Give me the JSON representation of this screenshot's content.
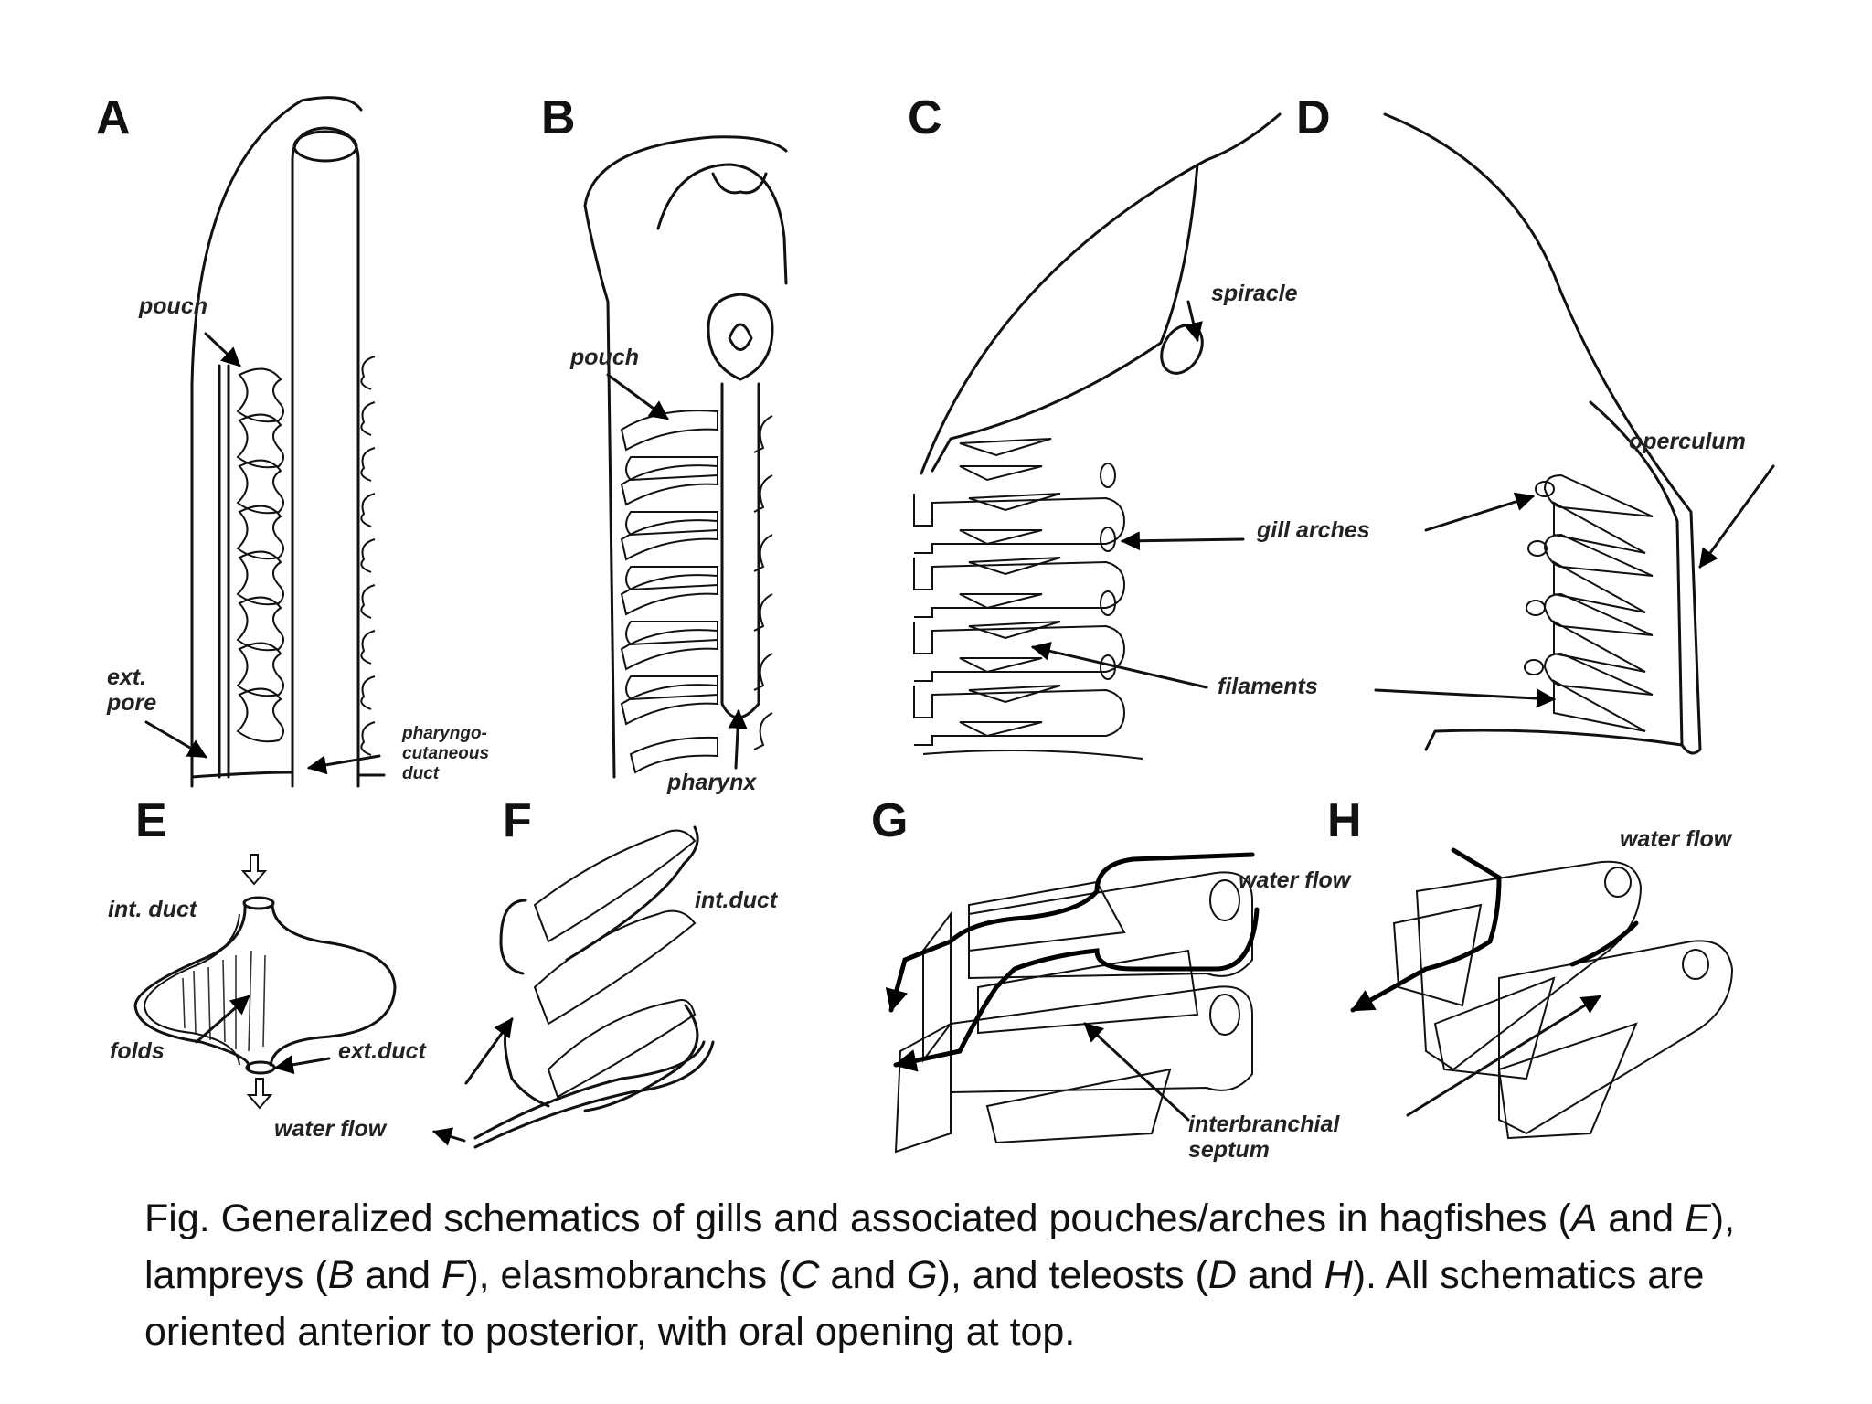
{
  "panels": {
    "A": "A",
    "B": "B",
    "C": "C",
    "D": "D",
    "E": "E",
    "F": "F",
    "G": "G",
    "H": "H"
  },
  "labels": {
    "a_pouch": "pouch",
    "a_ext_pore_1": "ext.",
    "a_ext_pore_2": "pore",
    "a_duct_1": "pharyngo-",
    "a_duct_2": "cutaneous",
    "a_duct_3": "duct",
    "b_pouch": "pouch",
    "b_pharynx": "pharynx",
    "spiracle": "spiracle",
    "operculum": "operculum",
    "gill_arches": "gill arches",
    "filaments": "filaments",
    "e_int_duct": "int. duct",
    "e_folds": "folds",
    "e_ext_duct": "ext.duct",
    "e_water_flow": "water flow",
    "f_int_duct": "int.duct",
    "g_water_flow": "water flow",
    "h_water_flow": "water flow",
    "septum_1": "interbranchial",
    "septum_2": "septum"
  },
  "caption": {
    "t1": "Fig. Generalized schematics of gills and associated pouches/arches in hagfishes (",
    "A": "A",
    "t2": " and ",
    "E": "E",
    "t3": "), lampreys (",
    "B": "B",
    "t4": " and ",
    "F": "F",
    "t5": "), elasmobranchs (",
    "C": "C",
    "t6": " and ",
    "G": "G",
    "t7": "), and teleosts (",
    "D": "D",
    "t8": " and ",
    "H": "H",
    "t9": "). All schematics are oriented anterior to posterior, with oral opening at top."
  }
}
